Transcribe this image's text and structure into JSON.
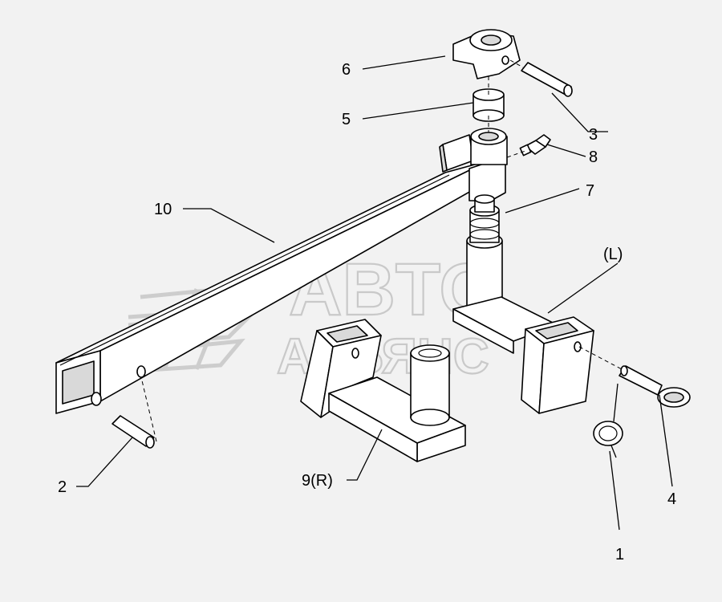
{
  "watermark": {
    "line1": "ABTO",
    "line2": "AЛЬЯНС"
  },
  "callouts": [
    {
      "id": "1",
      "label": "1"
    },
    {
      "id": "2",
      "label": "2"
    },
    {
      "id": "3",
      "label": "3"
    },
    {
      "id": "4",
      "label": "4"
    },
    {
      "id": "5",
      "label": "5"
    },
    {
      "id": "6",
      "label": "6"
    },
    {
      "id": "7",
      "label": "7"
    },
    {
      "id": "8",
      "label": "8"
    },
    {
      "id": "9",
      "label": "9(R)"
    },
    {
      "id": "10",
      "label": "10"
    },
    {
      "id": "L",
      "label": "(L)"
    }
  ]
}
